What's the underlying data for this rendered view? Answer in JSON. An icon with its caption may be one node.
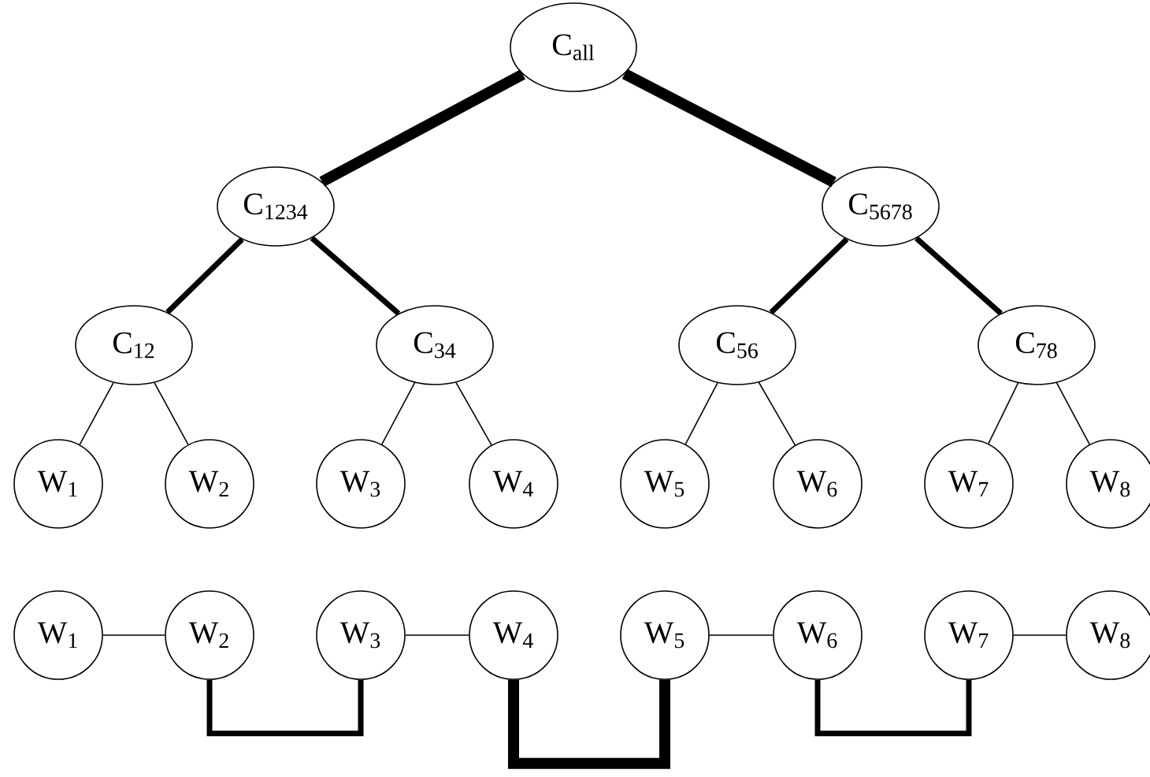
{
  "diagram": {
    "nodes": [
      {
        "text": [
          "C$_{all}$"
        ]
      },
      {
        "text": [
          "C$_{1234}$"
        ]
      },
      {
        "text": [
          "C$_{5678}$"
        ]
      },
      {
        "text": [
          "C$_{12}$"
        ]
      },
      {
        "text": [
          "C$_{34}$"
        ]
      },
      {
        "text": [
          "C$_{56}$"
        ]
      },
      {
        "text": [
          "C$_{78}$"
        ]
      },
      {
        "text": [
          "W$_{1}$"
        ]
      },
      {
        "text": [
          "W$_{2}$"
        ]
      },
      {
        "text": [
          "W$_{3}$"
        ]
      },
      {
        "text": [
          "W$_{4}$"
        ]
      },
      {
        "text": [
          "W$_{5}$"
        ]
      },
      {
        "text": [
          "W$_{6}$"
        ]
      },
      {
        "text": [
          "W$_{7}$"
        ]
      },
      {
        "text": [
          "W$_{8}$"
        ]
      },
      {
        "text": [
          "W$_{1}$"
        ]
      },
      {
        "text": [
          "W$_{2}$"
        ]
      },
      {
        "text": [
          "W$_{3}$"
        ]
      },
      {
        "text": [
          "W$_{4}$"
        ]
      },
      {
        "text": [
          "W$_{5}$"
        ]
      },
      {
        "text": [
          "W$_{6}$"
        ]
      },
      {
        "text": [
          "W$_{7}$"
        ]
      },
      {
        "text": [
          "W$_{8}$"
        ]
      }
    ],
    "edges": [
      {
        "from": 0,
        "to": 1,
        "arrow": "none",
        "style": "thick"
      },
      {
        "from": 0,
        "to": 2,
        "arrow": "none",
        "style": "thick"
      },
      {
        "from": 1,
        "to": 3,
        "arrow": "none",
        "style": "thick"
      },
      {
        "from": 1,
        "to": 4,
        "arrow": "none",
        "style": "thick"
      },
      {
        "from": 2,
        "to": 5,
        "arrow": "none",
        "style": "thick"
      },
      {
        "from": 2,
        "to": 6,
        "arrow": "none",
        "style": "thick"
      },
      {
        "from": 3,
        "to": 7,
        "arrow": "none"
      },
      {
        "from": 3,
        "to": 8,
        "arrow": "none"
      },
      {
        "from": 4,
        "to": 9,
        "arrow": "none"
      },
      {
        "from": 4,
        "to": 10,
        "arrow": "none"
      },
      {
        "from": 5,
        "to": 11,
        "arrow": "none"
      },
      {
        "from": 5,
        "to": 12,
        "arrow": "none"
      },
      {
        "from": 6,
        "to": 13,
        "arrow": "none"
      },
      {
        "from": 6,
        "to": 14,
        "arrow": "none"
      },
      {
        "from": 15,
        "to": 16,
        "arrow": "none"
      },
      {
        "from": 17,
        "to": 18,
        "arrow": "none"
      },
      {
        "from": 19,
        "to": 20,
        "arrow": "none"
      },
      {
        "from": 21,
        "to": 22,
        "arrow": "none"
      },
      {
        "from": 16,
        "to": 17,
        "arrow": "none",
        "style": "thick"
      },
      {
        "from": 18,
        "to": 19,
        "arrow": "none",
        "style": "thick"
      },
      {
        "from": 20,
        "to": 21,
        "arrow": "none",
        "style": "thick"
      }
    ]
  }
}
